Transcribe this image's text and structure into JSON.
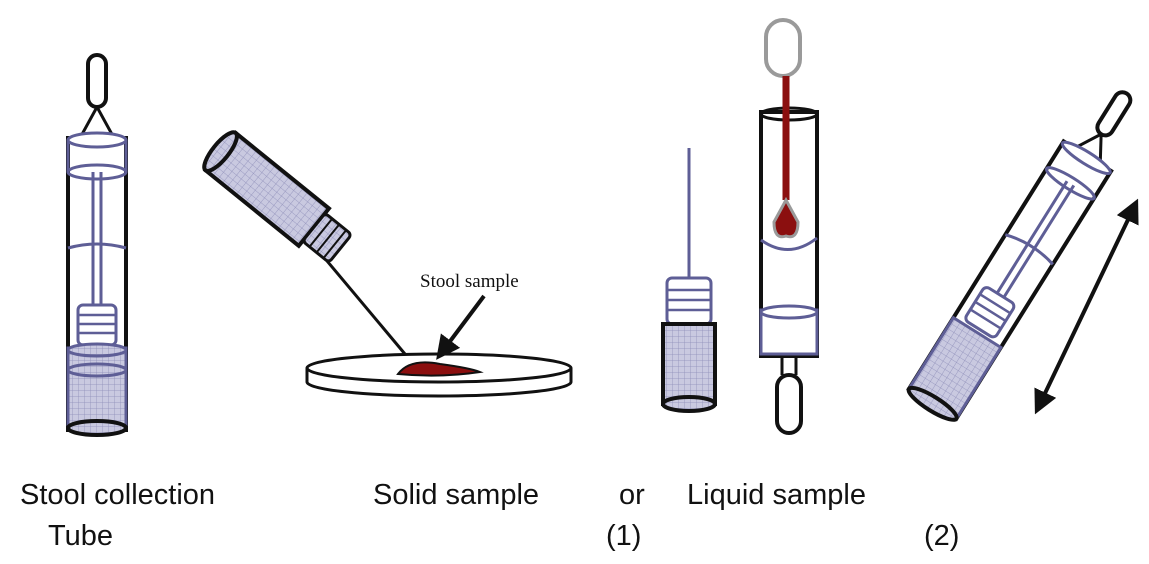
{
  "annotation": "Stool sample",
  "captions": {
    "tube_line1": "Stool collection",
    "tube_line2": "Tube",
    "solid": "Solid sample",
    "or": "or",
    "step1": "(1)",
    "liquid": "Liquid sample",
    "step2": "(2)"
  },
  "colors": {
    "outline": "#111111",
    "tube_blue": "#5e5e96",
    "mesh_fill": "#c9c9e0",
    "sample_red": "#8b0f0f",
    "swab_grey": "#9a9a9a"
  },
  "icons": [
    "collection-tube-icon",
    "sampling-probe-icon",
    "petri-dish-icon",
    "arrow-icon",
    "liquid-dropper-icon",
    "double-arrow-icon"
  ]
}
